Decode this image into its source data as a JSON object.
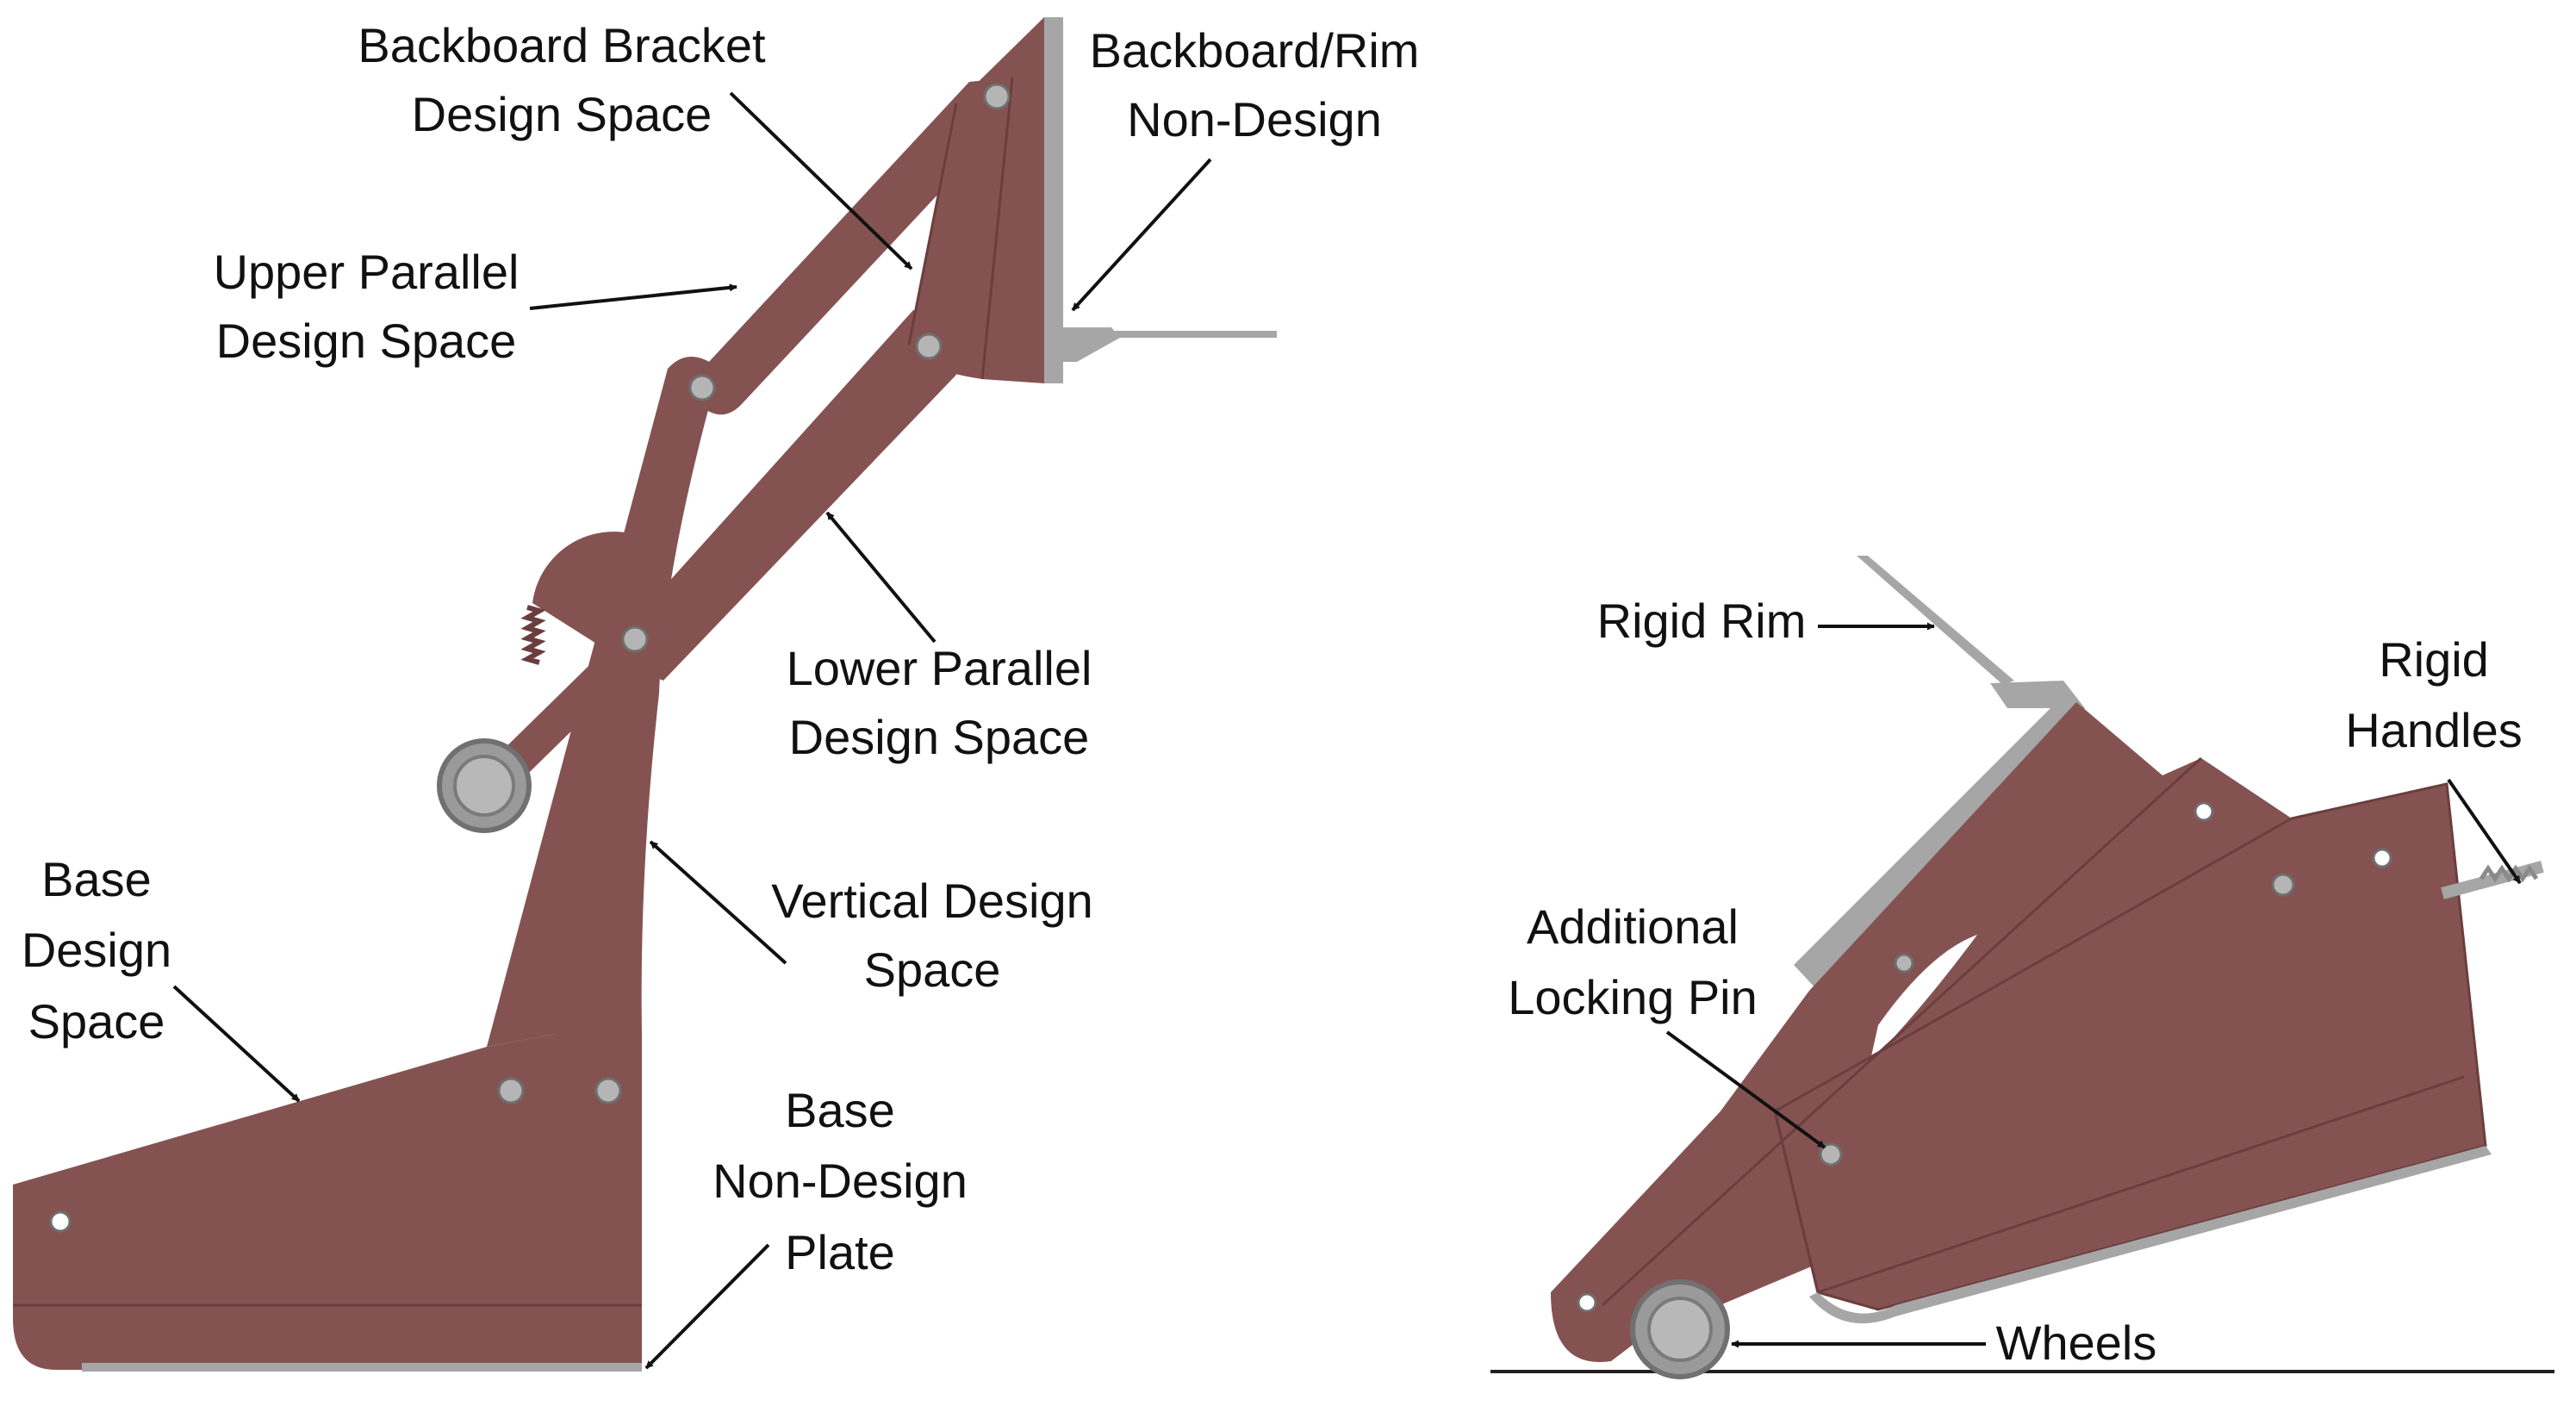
{
  "colors": {
    "structure": "#855252",
    "structure_dark": "#6b3e3e",
    "non_design": "#a6a6a6",
    "pin": "#b5b5b5",
    "background": "#ffffff"
  },
  "left_view": {
    "labels": {
      "backboard_bracket": [
        "Backboard Bracket",
        "Design Space"
      ],
      "backboard_rim": [
        "Backboard/Rim",
        "Non-Design"
      ],
      "upper_parallel": [
        "Upper Parallel",
        "Design Space"
      ],
      "lower_parallel": [
        "Lower Parallel",
        "Design Space"
      ],
      "vertical": [
        "Vertical Design",
        "Space"
      ],
      "base": [
        "Base",
        "Design",
        "Space"
      ],
      "base_plate": [
        "Base",
        "Non-Design",
        "Plate"
      ]
    }
  },
  "right_view": {
    "labels": {
      "rigid_rim": "Rigid Rim",
      "rigid_handles": [
        "Rigid",
        "Handles"
      ],
      "locking_pin": [
        "Additional",
        "Locking Pin"
      ],
      "wheels": "Wheels"
    }
  }
}
